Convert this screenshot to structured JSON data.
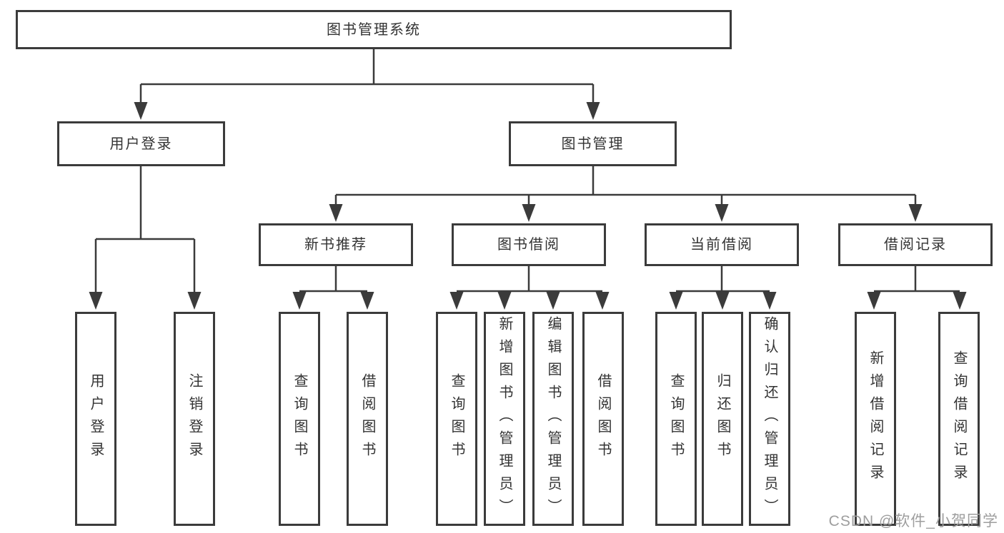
{
  "diagram_title": "图书管理系统",
  "tree": {
    "root": {
      "label": "图书管理系统",
      "children": [
        {
          "label": "用户登录",
          "children": [
            {
              "label": "用户登录"
            },
            {
              "label": "注销登录"
            }
          ]
        },
        {
          "label": "图书管理",
          "children": [
            {
              "label": "新书推荐",
              "children": [
                {
                  "label": "查询图书"
                },
                {
                  "label": "借阅图书"
                }
              ]
            },
            {
              "label": "图书借阅",
              "children": [
                {
                  "label": "查询图书"
                },
                {
                  "label": "新增图书（管理员）"
                },
                {
                  "label": "编辑图书（管理员）"
                },
                {
                  "label": "借阅图书"
                }
              ]
            },
            {
              "label": "当前借阅",
              "children": [
                {
                  "label": "查询图书"
                },
                {
                  "label": "归还图书"
                },
                {
                  "label": "确认归还（管理员）"
                }
              ]
            },
            {
              "label": "借阅记录",
              "children": [
                {
                  "label": "新增借阅记录"
                },
                {
                  "label": "查询借阅记录"
                }
              ]
            }
          ]
        }
      ]
    }
  },
  "watermark": "CSDN @软件_小贺同学",
  "colors": {
    "line": "#3b3b3b",
    "node_border": "#3b3b3b",
    "text": "#333333",
    "watermark": "#9e9e9e",
    "background": "#ffffff"
  }
}
